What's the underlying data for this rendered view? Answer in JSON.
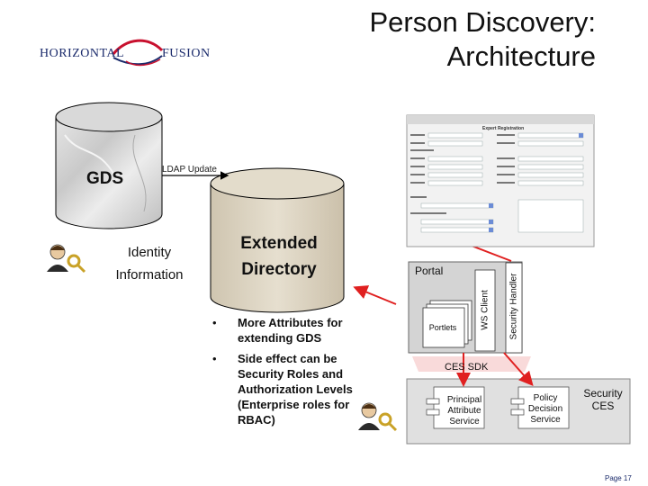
{
  "slide": {
    "title_line1": "Person Discovery:",
    "title_line2": "Architecture",
    "page": "Page 17"
  },
  "logo": {
    "left": "HORIZONTAL",
    "right": "FUSION"
  },
  "diagram": {
    "gds": "GDS",
    "ldap_update": "LDAP Update",
    "identity_line1": "Identity",
    "identity_line2": "Information",
    "extended_line1": "Extended",
    "extended_line2": "Directory",
    "bullets": [
      "More Attributes for extending GDS",
      "Side effect can be Security Roles and Authorization Levels (Enterprise roles for RBAC)"
    ],
    "portal": "Portal",
    "portlets": "Portlets",
    "ws_client": "WS Client",
    "security_handler": "Security Handler",
    "ces_sdk": "CES SDK",
    "principal_line1": "Principal",
    "principal_line2": "Attribute",
    "principal_line3": "Service",
    "policy_line1": "Policy",
    "policy_line2": "Decision",
    "policy_line3": "Service",
    "security_line1": "Security",
    "security_line2": "CES"
  },
  "screenshot": {
    "title": "Expert Registration"
  },
  "colors": {
    "logo_blue": "#1a2a6b",
    "logo_red": "#c8102e",
    "arrow_red": "#e02020",
    "marble": "#d8d8d8",
    "wood": "#dcd3c2"
  }
}
